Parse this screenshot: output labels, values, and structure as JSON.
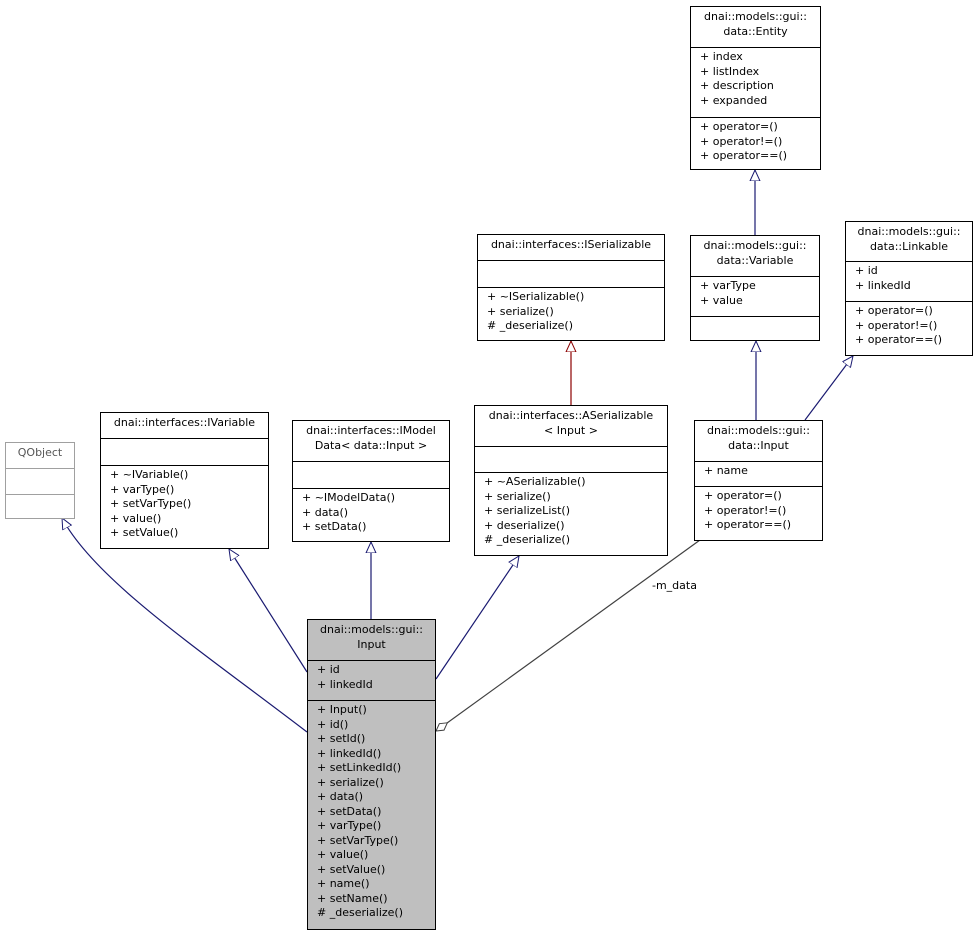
{
  "nodes": {
    "qobject": {
      "title": [
        "QObject"
      ],
      "attributes": [],
      "operations": []
    },
    "ivariable": {
      "title": [
        "dnai::interfaces::IVariable"
      ],
      "attributes": [],
      "operations": [
        "+ ~IVariable()",
        "+ varType()",
        "+ setVarType()",
        "+ value()",
        "+ setValue()"
      ]
    },
    "imodeldata": {
      "title": [
        "dnai::interfaces::IModel",
        "Data< data::Input >"
      ],
      "attributes": [],
      "operations": [
        "+ ~IModelData()",
        "+ data()",
        "+ setData()"
      ]
    },
    "iserializable": {
      "title": [
        "dnai::interfaces::ISerializable"
      ],
      "attributes": [],
      "operations": [
        "+ ~ISerializable()",
        "+ serialize()",
        "# _deserialize()"
      ]
    },
    "aserializable": {
      "title": [
        "dnai::interfaces::ASerializable",
        "< Input >"
      ],
      "attributes": [],
      "operations": [
        "+ ~ASerializable()",
        "+ serialize()",
        "+ serializeList()",
        "+ deserialize()",
        "# _deserialize()"
      ]
    },
    "entity": {
      "title": [
        "dnai::models::gui::",
        "data::Entity"
      ],
      "attributes": [
        "+ index",
        "+ listIndex",
        "+ description",
        "+ expanded"
      ],
      "operations": [
        "+ operator=()",
        "+ operator!=()",
        "+ operator==()"
      ]
    },
    "variable": {
      "title": [
        "dnai::models::gui::",
        "data::Variable"
      ],
      "attributes": [
        "+ varType",
        "+ value"
      ],
      "operations": []
    },
    "linkable": {
      "title": [
        "dnai::models::gui::",
        "data::Linkable"
      ],
      "attributes": [
        "+ id",
        "+ linkedId"
      ],
      "operations": [
        "+ operator=()",
        "+ operator!=()",
        "+ operator==()"
      ]
    },
    "datainput": {
      "title": [
        "dnai::models::gui::",
        "data::Input"
      ],
      "attributes": [
        "+ name"
      ],
      "operations": [
        "+ operator=()",
        "+ operator!=()",
        "+ operator==()"
      ]
    },
    "guiinput": {
      "title": [
        "dnai::models::gui::",
        "Input"
      ],
      "attributes": [
        "+ id",
        "+ linkedId"
      ],
      "operations": [
        "+ Input()",
        "+ id()",
        "+ setId()",
        "+ linkedId()",
        "+ setLinkedId()",
        "+ serialize()",
        "+ data()",
        "+ setData()",
        "+ varType()",
        "+ setVarType()",
        "+ value()",
        "+ setValue()",
        "+ name()",
        "+ setName()",
        "# _deserialize()"
      ]
    }
  },
  "edge_label": "-m_data",
  "colors": {
    "inheritance": "#191970",
    "template": "#8b0000",
    "aggregation": "#404040",
    "focus_fill": "#bfbfbf"
  }
}
